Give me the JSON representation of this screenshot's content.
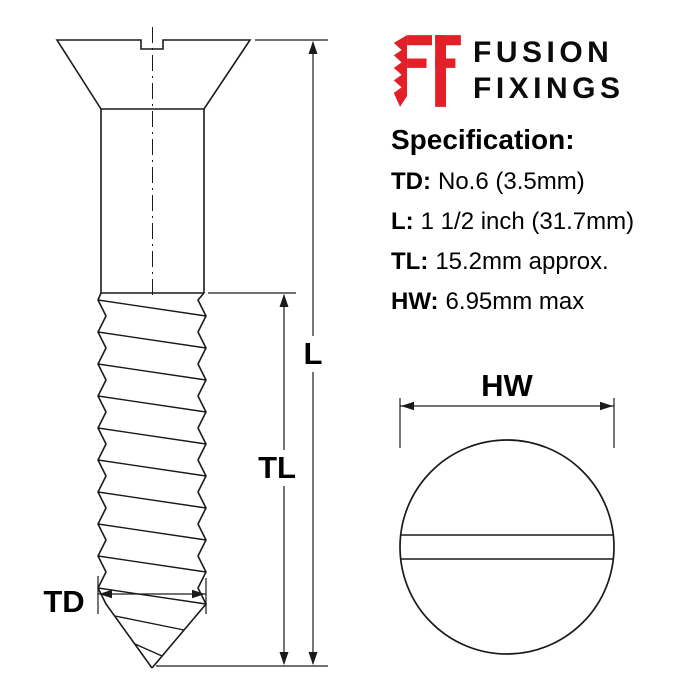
{
  "brand": {
    "line1": "FUSION",
    "line2": "FIXINGS",
    "accent_color": "#e32028"
  },
  "specification": {
    "heading": "Specification:",
    "items": [
      {
        "label": "TD:",
        "value": "No.6 (3.5mm)"
      },
      {
        "label": "L:",
        "value": "1 1/2 inch (31.7mm)"
      },
      {
        "label": "TL:",
        "value": "15.2mm approx."
      },
      {
        "label": "HW:",
        "value": "6.95mm max"
      }
    ]
  },
  "diagram": {
    "side_view": {
      "label_length": "L",
      "label_thread_length": "TL",
      "label_thread_diameter": "TD"
    },
    "top_view": {
      "label_head_width": "HW"
    },
    "ink_color": "#1a1a1a"
  }
}
